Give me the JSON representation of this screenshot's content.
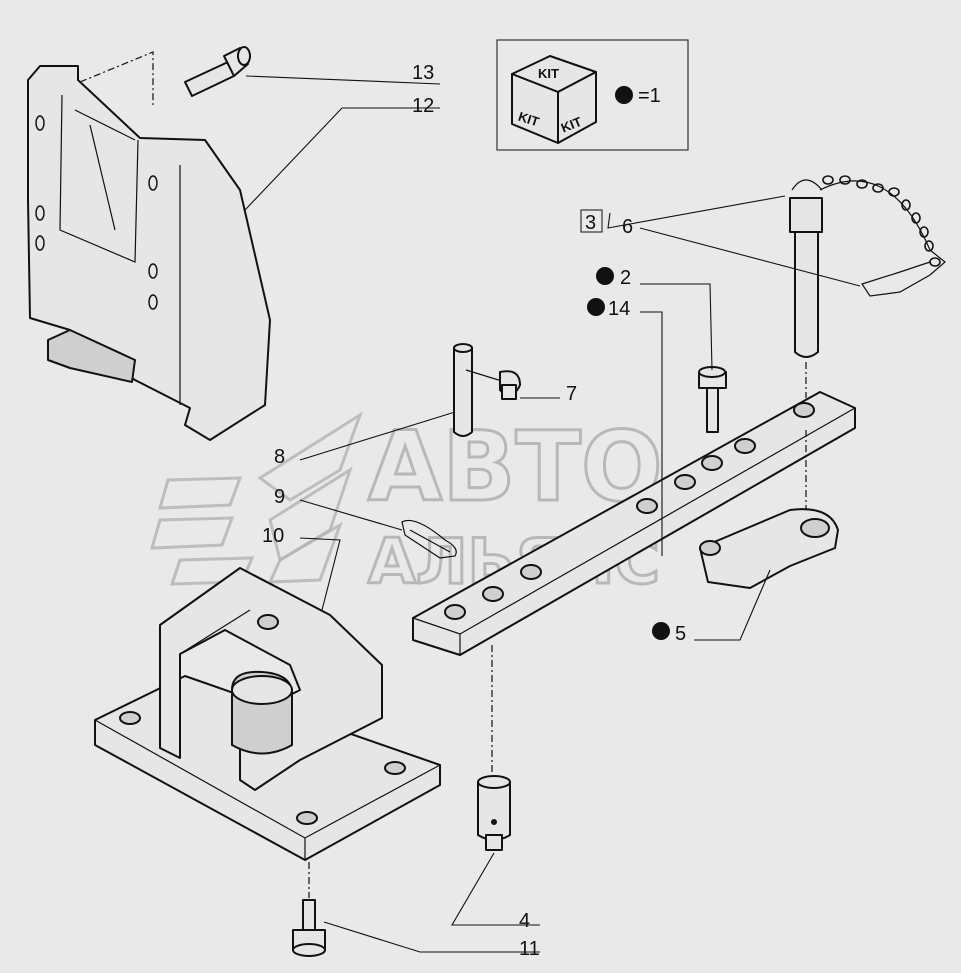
{
  "diagram": {
    "kit_legend": {
      "box_words": [
        "KIT",
        "KIT",
        "KIT"
      ],
      "equals_text": "=1"
    },
    "callouts": {
      "c13": "13",
      "c12": "12",
      "c3": "3",
      "c6": "6",
      "c2": "2",
      "c14": "14",
      "c7": "7",
      "c8": "8",
      "c9": "9",
      "c10": "10",
      "c5": "5",
      "c4": "4",
      "c11": "11"
    },
    "kit_marked_parts": [
      "2",
      "14",
      "5"
    ],
    "watermark": {
      "line1": "АВТО",
      "line2": "АЛЬЯНС"
    }
  }
}
